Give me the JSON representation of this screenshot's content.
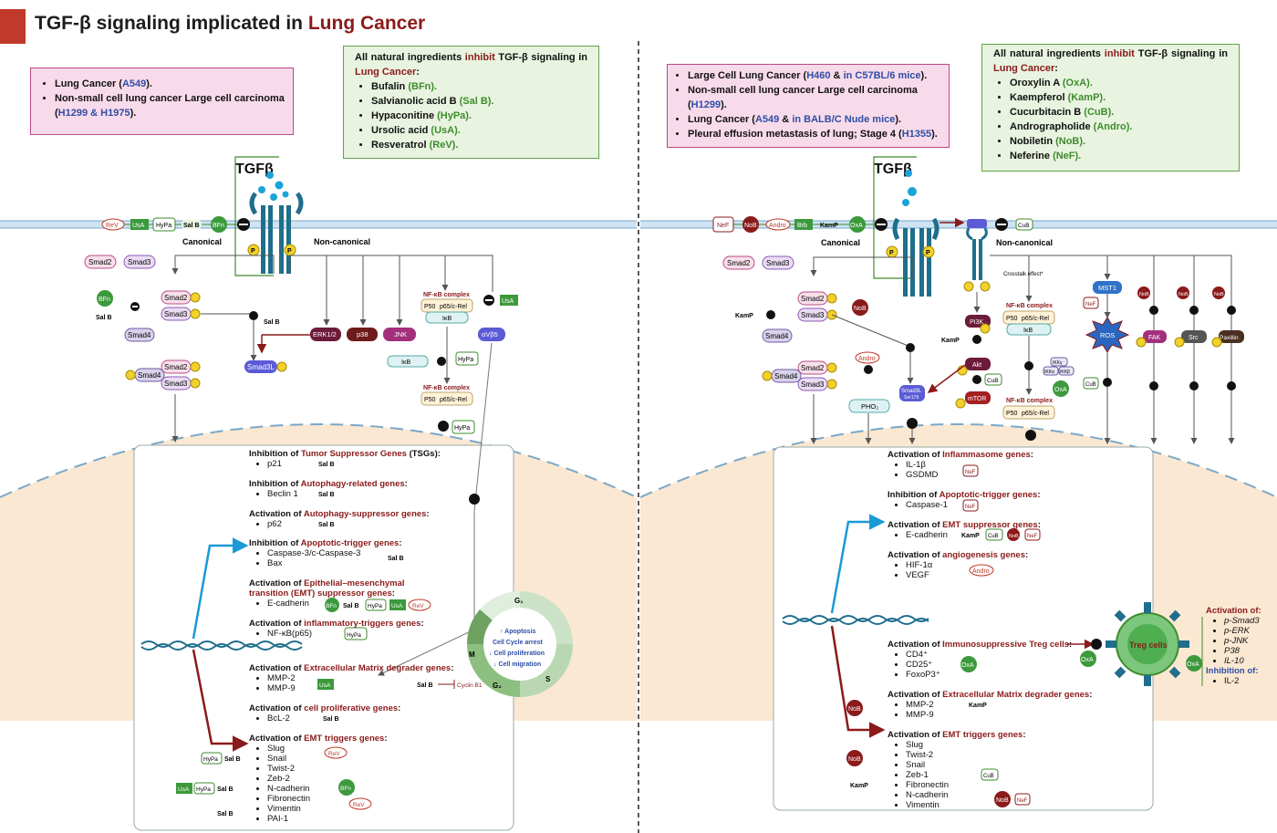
{
  "title": {
    "prefix": "TGF-β signaling implicated in ",
    "highlight": "Lung Cancer"
  },
  "left": {
    "context": [
      {
        "text": "Lung Cancer (",
        "cell": "A549",
        "end": ")."
      },
      {
        "text": "Non-small cell lung cancer Large cell carcinoma (",
        "cell": "H1299 & H1975",
        "end": ")."
      }
    ],
    "ingredients_title": [
      "All natural ingredients ",
      "inhibit",
      " TGF-β signaling in ",
      "Lung Cancer",
      ":"
    ],
    "ingredients": [
      {
        "name": "Bufalin",
        "abbr": "(BFn)."
      },
      {
        "name": "Salvianolic acid B",
        "abbr": "(Sal B)."
      },
      {
        "name": "Hypaconitine",
        "abbr": "(HyPa)."
      },
      {
        "name": "Ursolic acid",
        "abbr": "(UsA)."
      },
      {
        "name": "Resveratrol",
        "abbr": "(ReV)."
      }
    ],
    "tgfb": "TGFβ",
    "canonical": "Canonical",
    "noncanonical": "Non-canonical",
    "nodes": {
      "smad2": "Smad2",
      "smad3": "Smad3",
      "smad4": "Smad4",
      "smad3l": "Smad3L",
      "erk": "ERK1/2",
      "p38": "p38",
      "jnk": "JNK",
      "avb5": "αVβ5",
      "nfkb": "NF-κB complex",
      "p50": "P50",
      "p65": "p65/c-Rel",
      "ikb": "IκB",
      "p": "P"
    },
    "inhibitors": {
      "rev": "ReV",
      "usa": "UsA",
      "hypa": "HyPa",
      "salb": "Sal B",
      "bfn": "BFn",
      "cyclin": "Cyclin B1"
    },
    "cycle": {
      "g1": "G₁",
      "s": "S",
      "g2": "G₂",
      "m": "M",
      "l1": "↑ Apoptosis",
      "l2": "Cell Cycle arrest",
      "l3": "↓ Cell proliferation",
      "l4": "↓ Cell migration"
    },
    "groups": [
      {
        "pre": "Inhibition of ",
        "name": "Tumor Suppressor Genes",
        "post": " (TSGs):",
        "genes": [
          "p21"
        ]
      },
      {
        "pre": "Inhibition of ",
        "name": "Autophagy-related genes",
        "post": ":",
        "genes": [
          "Beclin 1"
        ]
      },
      {
        "pre": "Activation of ",
        "name": "Autophagy-suppressor genes",
        "post": ":",
        "genes": [
          "p62"
        ]
      },
      {
        "pre": "Inhibition of ",
        "name": "Apoptotic-trigger genes",
        "post": ":",
        "genes": [
          "Caspase-3/c-Caspase-3",
          "Bax"
        ]
      },
      {
        "pre": "Activation of ",
        "name": "Epithelial–mesenchymal transition (EMT) suppressor genes",
        "post": ":",
        "genes": [
          "E-cadherin"
        ]
      },
      {
        "pre": "Activation of ",
        "name": "inflammatory-triggers genes",
        "post": ":",
        "genes": [
          "NF-κB(p65)"
        ]
      },
      {
        "pre": "Activation of ",
        "name": "Extracellular Matrix degrader genes",
        "post": ":",
        "genes": [
          "MMP-2",
          "MMP-9"
        ]
      },
      {
        "pre": "Activation of ",
        "name": "cell proliferative genes",
        "post": ":",
        "genes": [
          "BcL-2"
        ]
      },
      {
        "pre": "Activation of ",
        "name": "EMT triggers genes",
        "post": ":",
        "genes": [
          "Slug",
          "Snail",
          "Twist-2",
          "Zeb-2",
          "N-cadherin",
          "Fibronectin",
          "Vimentin",
          "PAI-1"
        ]
      }
    ]
  },
  "right": {
    "context": [
      {
        "text": "Large Cell Lung Cancer (",
        "cell": "H460",
        "mid": " & ",
        "cell2": "in C57BL/6 mice",
        "end": ")."
      },
      {
        "text": "Non-small cell lung cancer Large cell carcinoma (",
        "cell": "H1299",
        "end": ")."
      },
      {
        "text": "Lung Cancer (",
        "cell": "A549",
        "mid": " & ",
        "cell2": "in BALB/C Nude mice",
        "end": ")."
      },
      {
        "text": "Pleural effusion metastasis of lung; Stage 4 (",
        "cell": "H1355",
        "end": ")."
      }
    ],
    "ingredients": [
      {
        "name": "Oroxylin A",
        "abbr": "(OxA)."
      },
      {
        "name": "Kaempferol",
        "abbr": "(KamP)."
      },
      {
        "name": "Cucurbitacin B",
        "abbr": "(CuB)."
      },
      {
        "name": "Andrographolide",
        "abbr": "(Andro)."
      },
      {
        "name": "Nobiletin",
        "abbr": "(NoB)."
      },
      {
        "name": "Neferine",
        "abbr": "(NeF)."
      }
    ],
    "nodes": {
      "pi3k": "PI3K",
      "akt": "Akt",
      "mtor": "mTOR",
      "mst1": "MST1",
      "ros": "ROS",
      "fak": "FAK",
      "src": "Src",
      "paxillin": "Paxillin",
      "pho2": "PHO₂",
      "smad3l": "Smad3L",
      "ser": "Ser179",
      "treg": "Treg cells",
      "crosstalk": "Crosstalk effect*",
      "ikky": "IKKγ",
      "ikka": "IKKα",
      "ikkb": "IKKβ"
    },
    "inhibitors": {
      "nef": "NeF",
      "nob": "NoB",
      "andro": "Andro",
      "brb": "Brb",
      "kamp": "KamP",
      "oxa": "OxA",
      "cub": "CuB"
    },
    "groups": [
      {
        "pre": "Activation of ",
        "name": "Inflammasome genes",
        "post": ":",
        "genes": [
          "IL-1β",
          "GSDMD"
        ]
      },
      {
        "pre": "Inhibition of ",
        "name": "Apoptotic-trigger genes",
        "post": ":",
        "genes": [
          "Caspase-1"
        ]
      },
      {
        "pre": "Activation of ",
        "name": "EMT suppressor genes",
        "post": ":",
        "genes": [
          "E-cadherin"
        ]
      },
      {
        "pre": "Activation of ",
        "name": "angiogenesis genes",
        "post": ":",
        "genes": [
          "HIF-1α",
          "VEGF"
        ]
      },
      {
        "pre": "Activation of ",
        "name": "Immunosuppressive Treg cells",
        "post": ":",
        "genes": [
          "CD4⁺",
          "CD25⁺",
          "FoxoP3⁺"
        ]
      },
      {
        "pre": "Activation of ",
        "name": "Extracellular Matrix degrader genes",
        "post": ":",
        "genes": [
          "MMP-2",
          "MMP-9"
        ]
      },
      {
        "pre": "Activation of ",
        "name": "EMT triggers genes",
        "post": ":",
        "genes": [
          "Slug",
          "Twist-2",
          "Snail",
          "Zeb-1",
          "Fibronectin",
          "N-cadherin",
          "Vimentin"
        ]
      }
    ],
    "treg_effects": {
      "act": "Activation of:",
      "act_items": [
        "p-Smad3",
        "p-ERK",
        "p-JNK",
        "P38",
        "IL-10"
      ],
      "inh": "Inhibition of:",
      "inh_items": [
        "IL-2"
      ]
    }
  },
  "colors": {
    "accent": "#c0392b",
    "nucleus": "#fbe8d2",
    "membrane": "#cfe3f3",
    "receptor": "#1f6e8c",
    "inhibitor_green": "#3c9a3c",
    "dark_red": "#8b1a1a"
  }
}
